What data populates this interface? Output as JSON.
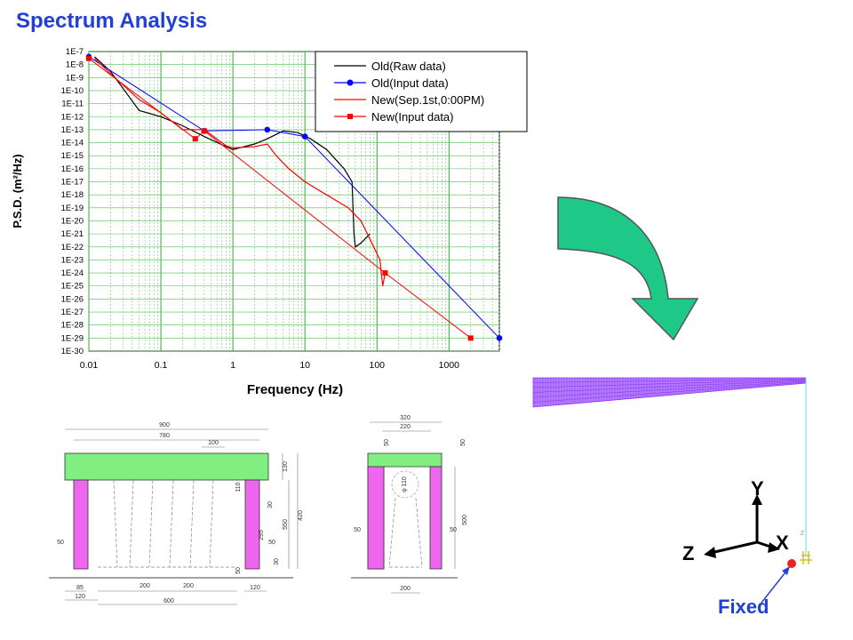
{
  "page": {
    "title": "Spectrum Analysis"
  },
  "chart_data": {
    "type": "line",
    "xlabel": "Frequency (Hz)",
    "ylabel": "P.S.D. (m²/Hz)",
    "x_scale": "log",
    "y_scale": "log",
    "xlim": [
      0.01,
      5000
    ],
    "ylim": [
      1e-30,
      1e-07
    ],
    "x_tick_labels": [
      "0.01",
      "0.1",
      "1",
      "10",
      "100",
      "1000"
    ],
    "y_tick_labels": [
      "1E-7",
      "1E-8",
      "1E-9",
      "1E-10",
      "1E-11",
      "1E-12",
      "1E-13",
      "1E-14",
      "1E-15",
      "1E-16",
      "1E-17",
      "1E-18",
      "1E-19",
      "1E-20",
      "1E-21",
      "1E-22",
      "1E-23",
      "1E-24",
      "1E-25",
      "1E-26",
      "1E-27",
      "1E-28",
      "1E-29",
      "1E-30"
    ],
    "grid": true,
    "legend_position": "top-right",
    "series": [
      {
        "name": "Old(Raw data)",
        "color": "#000000",
        "marker": "none",
        "points": [
          [
            0.012,
            4e-08
          ],
          [
            0.02,
            3e-09
          ],
          [
            0.05,
            3e-12
          ],
          [
            0.1,
            1e-12
          ],
          [
            0.2,
            2e-13
          ],
          [
            0.4,
            3e-14
          ],
          [
            0.8,
            5e-15
          ],
          [
            1.0,
            3e-15
          ],
          [
            2.0,
            8e-15
          ],
          [
            3.0,
            2e-14
          ],
          [
            5.0,
            8e-14
          ],
          [
            8.0,
            6e-14
          ],
          [
            12,
            2e-14
          ],
          [
            20,
            3e-15
          ],
          [
            35,
            1e-16
          ],
          [
            45,
            1e-17
          ],
          [
            48,
            1e-21
          ],
          [
            50,
            1e-22
          ],
          [
            60,
            2e-22
          ],
          [
            80,
            1e-21
          ]
        ]
      },
      {
        "name": "Old(Input data)",
        "color": "#0000ff",
        "marker": "circle",
        "points": [
          [
            0.01,
            4e-08
          ],
          [
            0.4,
            8e-14
          ],
          [
            3.0,
            1e-13
          ],
          [
            10,
            3e-14
          ],
          [
            5000,
            1e-29
          ]
        ]
      },
      {
        "name": "New(Sep.1st,0:00PM)",
        "color": "#ff0000",
        "marker": "none",
        "points": [
          [
            0.012,
            3e-08
          ],
          [
            0.02,
            2e-09
          ],
          [
            0.05,
            2e-11
          ],
          [
            0.1,
            2e-12
          ],
          [
            0.2,
            1e-13
          ],
          [
            0.4,
            1e-13
          ],
          [
            0.8,
            6e-15
          ],
          [
            1.0,
            4e-15
          ],
          [
            2.0,
            5e-15
          ],
          [
            3.0,
            8e-15
          ],
          [
            4.0,
            1e-15
          ],
          [
            6.0,
            1e-16
          ],
          [
            10,
            1e-17
          ],
          [
            20,
            1e-18
          ],
          [
            40,
            1e-19
          ],
          [
            60,
            1e-20
          ],
          [
            90,
            1e-22
          ],
          [
            110,
            1e-23
          ],
          [
            120,
            1e-25
          ],
          [
            130,
            1e-24
          ]
        ]
      },
      {
        "name": "New(Input data)",
        "color": "#ff0000",
        "marker": "square",
        "points": [
          [
            0.01,
            3e-08
          ],
          [
            0.3,
            2e-14
          ],
          [
            0.4,
            8e-14
          ],
          [
            130,
            1e-24
          ],
          [
            2000,
            1e-29
          ]
        ]
      }
    ]
  },
  "fem": {
    "axis_y": "Y",
    "axis_x": "X",
    "axis_z": "Z",
    "fixed_label": "Fixed",
    "tiny_z": "Z"
  },
  "drawing_left": {
    "dims": [
      "900",
      "780",
      "100",
      "130",
      "110",
      "30",
      "550",
      "420",
      "295",
      "50",
      "50",
      "30",
      "50",
      "85",
      "120",
      "200",
      "200",
      "600",
      "120"
    ]
  },
  "drawing_right": {
    "dims": [
      "320",
      "220",
      "50",
      "50",
      "φ 110",
      "50",
      "50",
      "500",
      "200"
    ]
  },
  "colors": {
    "title": "#1f3fd8",
    "arrow_fill": "#1ec987",
    "beam_green": "#80ee80",
    "column_magenta": "#ee66ee",
    "mesh_purple": "#9933ff",
    "fixed_red": "#ee2222"
  }
}
